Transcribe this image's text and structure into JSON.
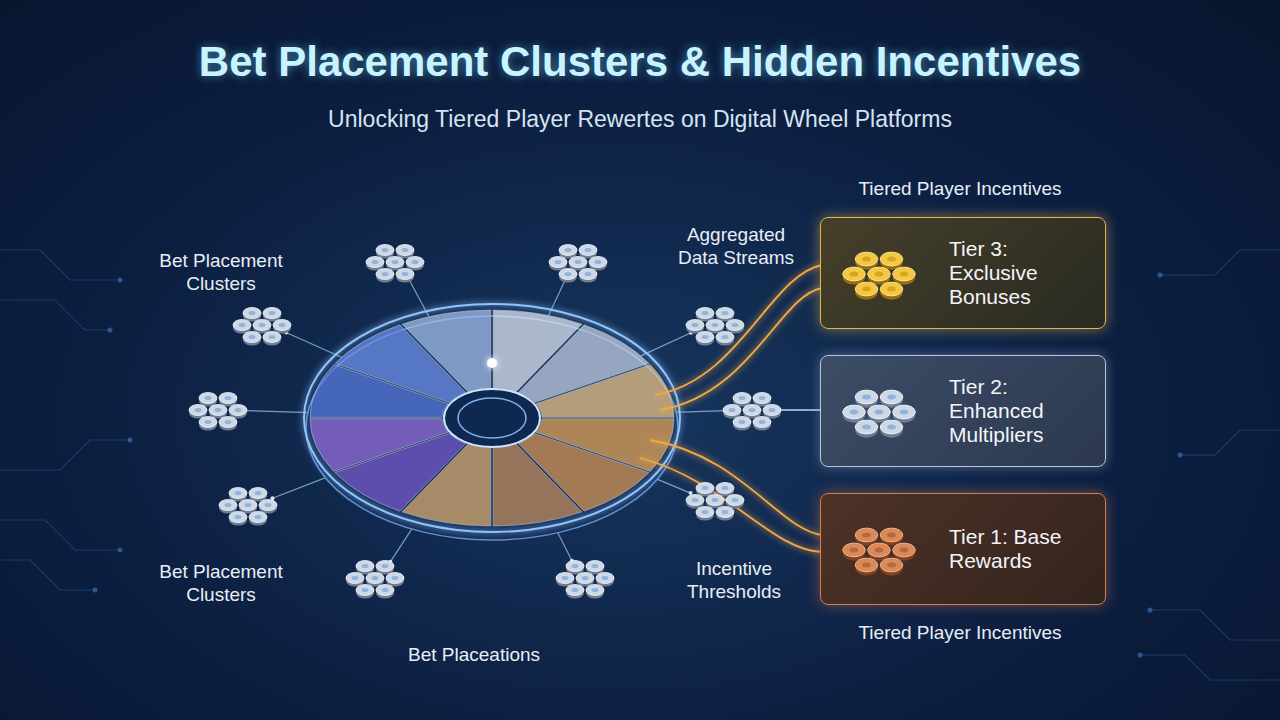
{
  "diagram": {
    "title": "Bet Placement Clusters & Hidden Incentives",
    "nodes": [
      {
        "text": [
          "Tier 3: Exclusive Bonuses"
        ]
      },
      {
        "text": [
          "Tier 2: Enhanced Multipliers"
        ]
      },
      {
        "text": [
          "Tier 1: Base Rewards"
        ]
      }
    ],
    "labels": [
      "Unlocking Tiered Player Rewertes on Digital Wheel Platforms",
      "Tiered Player Incentives",
      "Aggregated Data Streams",
      "Bet Placement Clusters",
      "Bet Placement Clusters",
      "Incentive Thresholds",
      "Tiered Player Incentives",
      "Bet Placeations"
    ]
  }
}
